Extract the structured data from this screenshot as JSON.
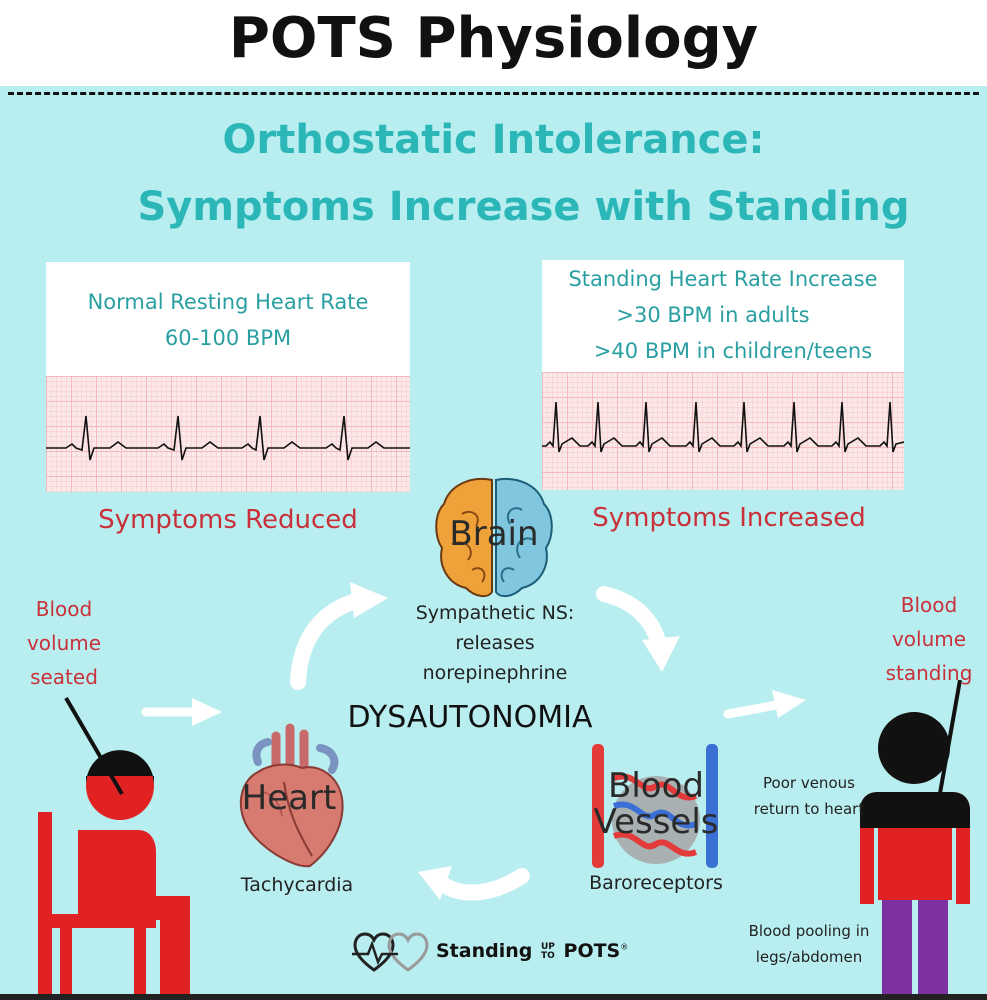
{
  "title": "POTS Physiology",
  "subtitle": {
    "line1": "Orthostatic Intolerance:",
    "line2": "Symptoms Increase with Standing"
  },
  "resting_card": {
    "line1": "Normal Resting Heart Rate",
    "line2": "60-100 BPM"
  },
  "standing_card": {
    "line1": "Standing Heart Rate Increase",
    "line2": ">30 BPM in adults",
    "line3": ">40 BPM in children/teens"
  },
  "symptoms": {
    "reduced": "Symptoms Reduced",
    "increased": "Symptoms Increased"
  },
  "cycle": {
    "center": "DYSAUTONOMIA",
    "brain": {
      "label": "Brain",
      "desc_line1": "Sympathetic NS:",
      "desc_line2": "releases",
      "desc_line3": "norepinephrine"
    },
    "heart": {
      "label": "Heart",
      "desc": "Tachycardia"
    },
    "vessels": {
      "label_line1": "Blood",
      "label_line2": "Vessels",
      "desc": "Baroreceptors"
    }
  },
  "seated": {
    "line1": "Blood",
    "line2": "volume",
    "line3": "seated"
  },
  "standing": {
    "line1": "Blood",
    "line2": "volume",
    "line3": "standing",
    "note1_line1": "Poor venous",
    "note1_line2": "return to heart",
    "note2_line1": "Blood pooling in",
    "note2_line2": "legs/abdomen"
  },
  "brand": {
    "name": "Standing",
    "up": "UP",
    "to": "TO",
    "name2": "POTS",
    "mark": "®"
  },
  "colors": {
    "background": "#b9eef0",
    "teal": "#2bb6b8",
    "red": "#c8313a",
    "figure_red": "#e02222",
    "pooling_purple": "#7e2fa0"
  }
}
